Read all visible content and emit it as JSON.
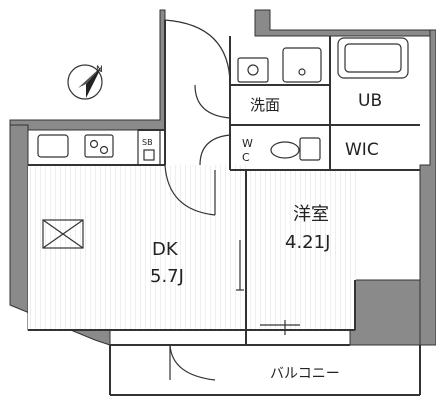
{
  "rooms": {
    "washroom": "洗面",
    "unit_bath": "UB",
    "wc_w": "W",
    "wc_c": "C",
    "wic": "WIC",
    "shoe_box": "SB",
    "bedroom_name": "洋室",
    "bedroom_size": "4.21J",
    "dk_name": "DK",
    "dk_size": "5.7J",
    "balcony": "バルコニー"
  },
  "compass": {
    "north_label": "N"
  },
  "colors": {
    "wall": "#8a8a8a",
    "line": "#333333",
    "floor_stripe": "#d8d8d8"
  }
}
